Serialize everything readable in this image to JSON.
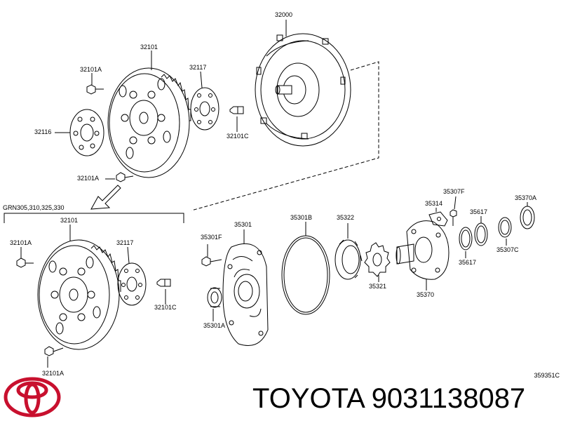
{
  "labels": {
    "l32000": "32000",
    "l32101_top": "32101",
    "l32101A_1": "32101A",
    "l32117_top": "32117",
    "l32116": "32116",
    "l32101C_top": "32101C",
    "l32101A_2": "32101A",
    "grn_note": "GRN305,310,325,330",
    "l32101_bot": "32101",
    "l32101A_3": "32101A",
    "l32117_bot": "32117",
    "l32101C_bot": "32101C",
    "l32101A_4": "32101A",
    "l35301F": "35301F",
    "l35301": "35301",
    "l35301B": "35301B",
    "l35322": "35322",
    "l35314": "35314",
    "l35307F": "35307F",
    "l35617_top": "35617",
    "l35370A": "35370A",
    "l35301A": "35301A",
    "l35321": "35321",
    "l35370": "35370",
    "l35617_bot": "35617",
    "l35307C": "35307C"
  },
  "drawing_ref": "359351C",
  "footer": {
    "brand": "TOYOTA",
    "part_number": "9031138087",
    "logo_icon": "toyota-logo",
    "logo_color": "#c8102e"
  }
}
